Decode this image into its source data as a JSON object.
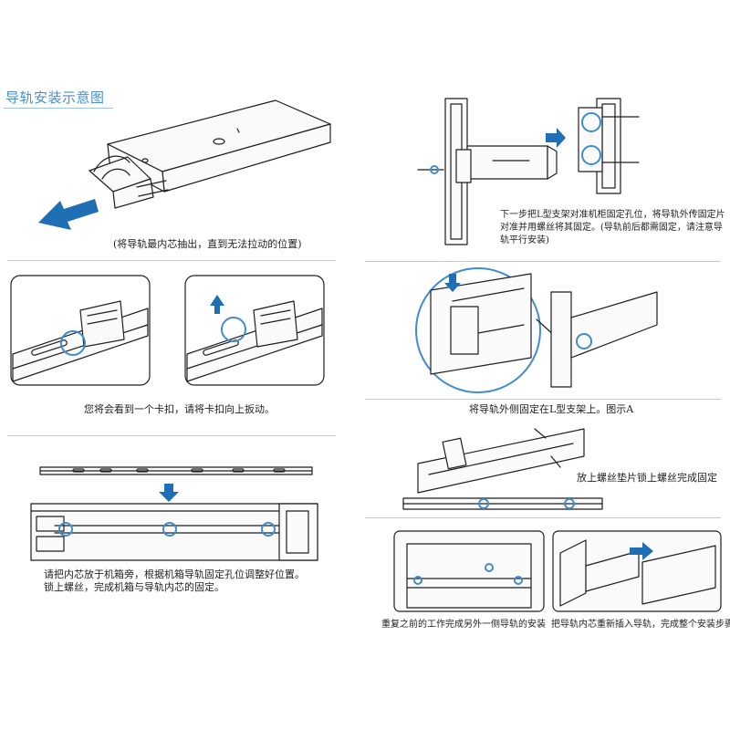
{
  "title": "导轨安装示意图",
  "captions": {
    "step1": "(将导轨最内芯抽出，直到无法拉动的位置)",
    "step2": "您将会看到一个卡扣，请将卡扣向上扳动。",
    "step3_line1": "请把内芯放于机箱旁，根据机箱导轨固定孔位调整好位置。",
    "step3_line2": "锁上螺丝，完成机箱与导轨内芯的固定。",
    "step4_line1": "下一步把L型支架对准机柜固定孔位，将导轨外传固定片",
    "step4_line2": "对准并用螺丝将其固定。(导轨前后都需固定，请注意导",
    "step4_line3": "轨平行安装)",
    "step5": "将导轨外侧固定在L型支架上。图示A",
    "step6": "放上螺丝垫片锁上螺丝完成固定",
    "step7": "重复之前的工作完成另外一侧导轨的安装",
    "step8": "把导轨内芯重新插入导轨，完成整个安装步骤"
  },
  "colors": {
    "accent": "#3f8ccf",
    "arrow": "#1f6fb5",
    "title": "#4a8fc7",
    "line": "#1e1e1e"
  }
}
